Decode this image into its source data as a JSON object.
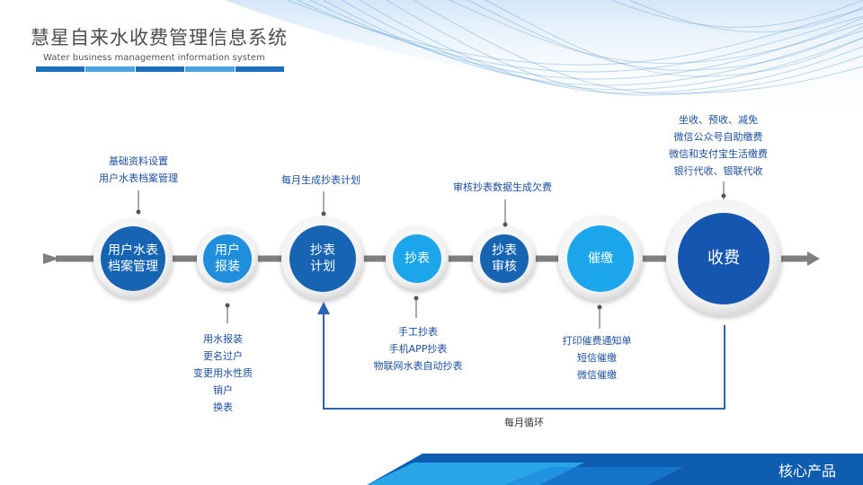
{
  "header": {
    "title": "慧星自来水收费管理信息系统",
    "subtitle": "Water business management information system"
  },
  "flow": {
    "nodes": [
      {
        "id": "archive",
        "label": "用户水表\n档案管理"
      },
      {
        "id": "install",
        "label": "用户\n报装"
      },
      {
        "id": "plan",
        "label": "抄表\n计划"
      },
      {
        "id": "read",
        "label": "抄表"
      },
      {
        "id": "audit",
        "label": "抄表\n审核"
      },
      {
        "id": "urge",
        "label": "催缴"
      },
      {
        "id": "charge",
        "label": "收费"
      }
    ],
    "notes": {
      "archive": [
        "基础资料设置",
        "用户水表档案管理"
      ],
      "install": [
        "用水报装",
        "更名过户",
        "变更用水性质",
        "销户",
        "换表"
      ],
      "plan": [
        "每月生成抄表计划"
      ],
      "read": [
        "手工抄表",
        "手机APP抄表",
        "物联网水表自动抄表"
      ],
      "audit": [
        "审核抄表数据生成欠费"
      ],
      "urge": [
        "打印催费通知单",
        "短信催缴",
        "微信催缴"
      ],
      "charge": [
        "坐收、预收、减免",
        "微信公众号自助缴费",
        "微信和支付宝生活缴费",
        "银行代收、银联代收"
      ]
    },
    "loop_label": "每月循环"
  },
  "footer": {
    "label": "核心产品"
  }
}
